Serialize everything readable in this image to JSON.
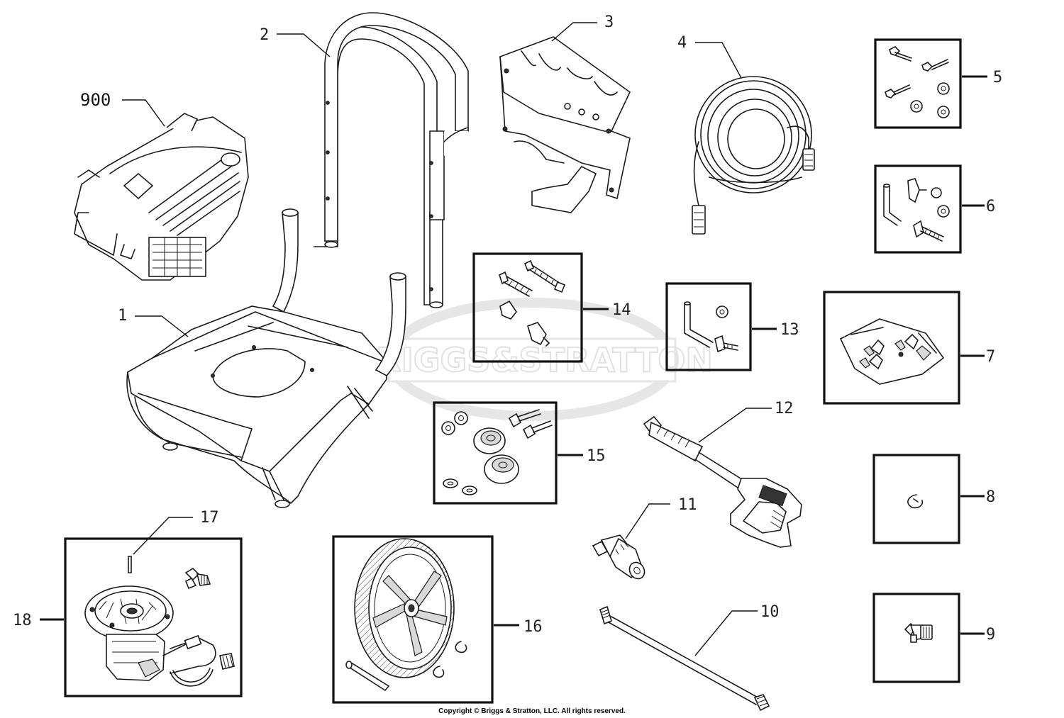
{
  "watermark": {
    "text": "BRIGGS&STRATTON",
    "color": "#e1e1e1"
  },
  "copyright": "Copyright © Briggs & Stratton, LLC. All rights reserved.",
  "callouts": {
    "c900": "900",
    "c1": "1",
    "c2": "2",
    "c3": "3",
    "c4": "4",
    "c5": "5",
    "c6": "6",
    "c7": "7",
    "c8": "8",
    "c9": "9",
    "c10": "10",
    "c11": "11",
    "c12": "12",
    "c13": "13",
    "c14": "14",
    "c15": "15",
    "c16": "16",
    "c17": "17",
    "c18": "18"
  },
  "colors": {
    "line": "#1a1a1a",
    "background": "#ffffff"
  }
}
